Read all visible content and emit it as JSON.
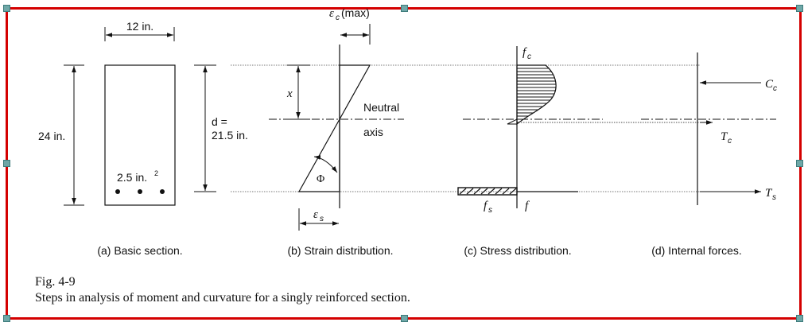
{
  "figure": {
    "number": "Fig. 4-9",
    "caption": "Steps in analysis of moment and curvature for a singly reinforced section."
  },
  "panel_a": {
    "width_label": "12 in.",
    "height_label": "24 in.",
    "depth_label_line1": "d =",
    "depth_label_line2": "21.5 in.",
    "steel_area_label": "2.5 in.",
    "steel_area_exp": "2",
    "title": "(a) Basic section."
  },
  "panel_b": {
    "top_label": "ε",
    "top_label_sub": "c",
    "top_label_suffix": " (max)",
    "x_label": "x",
    "neutral_line1": "Neutral",
    "neutral_line2": "axis",
    "phi_label": "Φ",
    "bottom_label": "ε",
    "bottom_label_sub": "s",
    "title": "(b) Strain distribution."
  },
  "panel_c": {
    "fc_label": "f",
    "fc_sub": "c",
    "fs_label": "f",
    "fs_sub": "s",
    "f_label": "f",
    "title": "(c) Stress distribution."
  },
  "panel_d": {
    "Cc_label": "C",
    "Cc_sub": "c",
    "Tc_label": "T",
    "Tc_sub": "c",
    "Ts_label": "T",
    "Ts_sub": "s",
    "title": "(d) Internal forces."
  }
}
